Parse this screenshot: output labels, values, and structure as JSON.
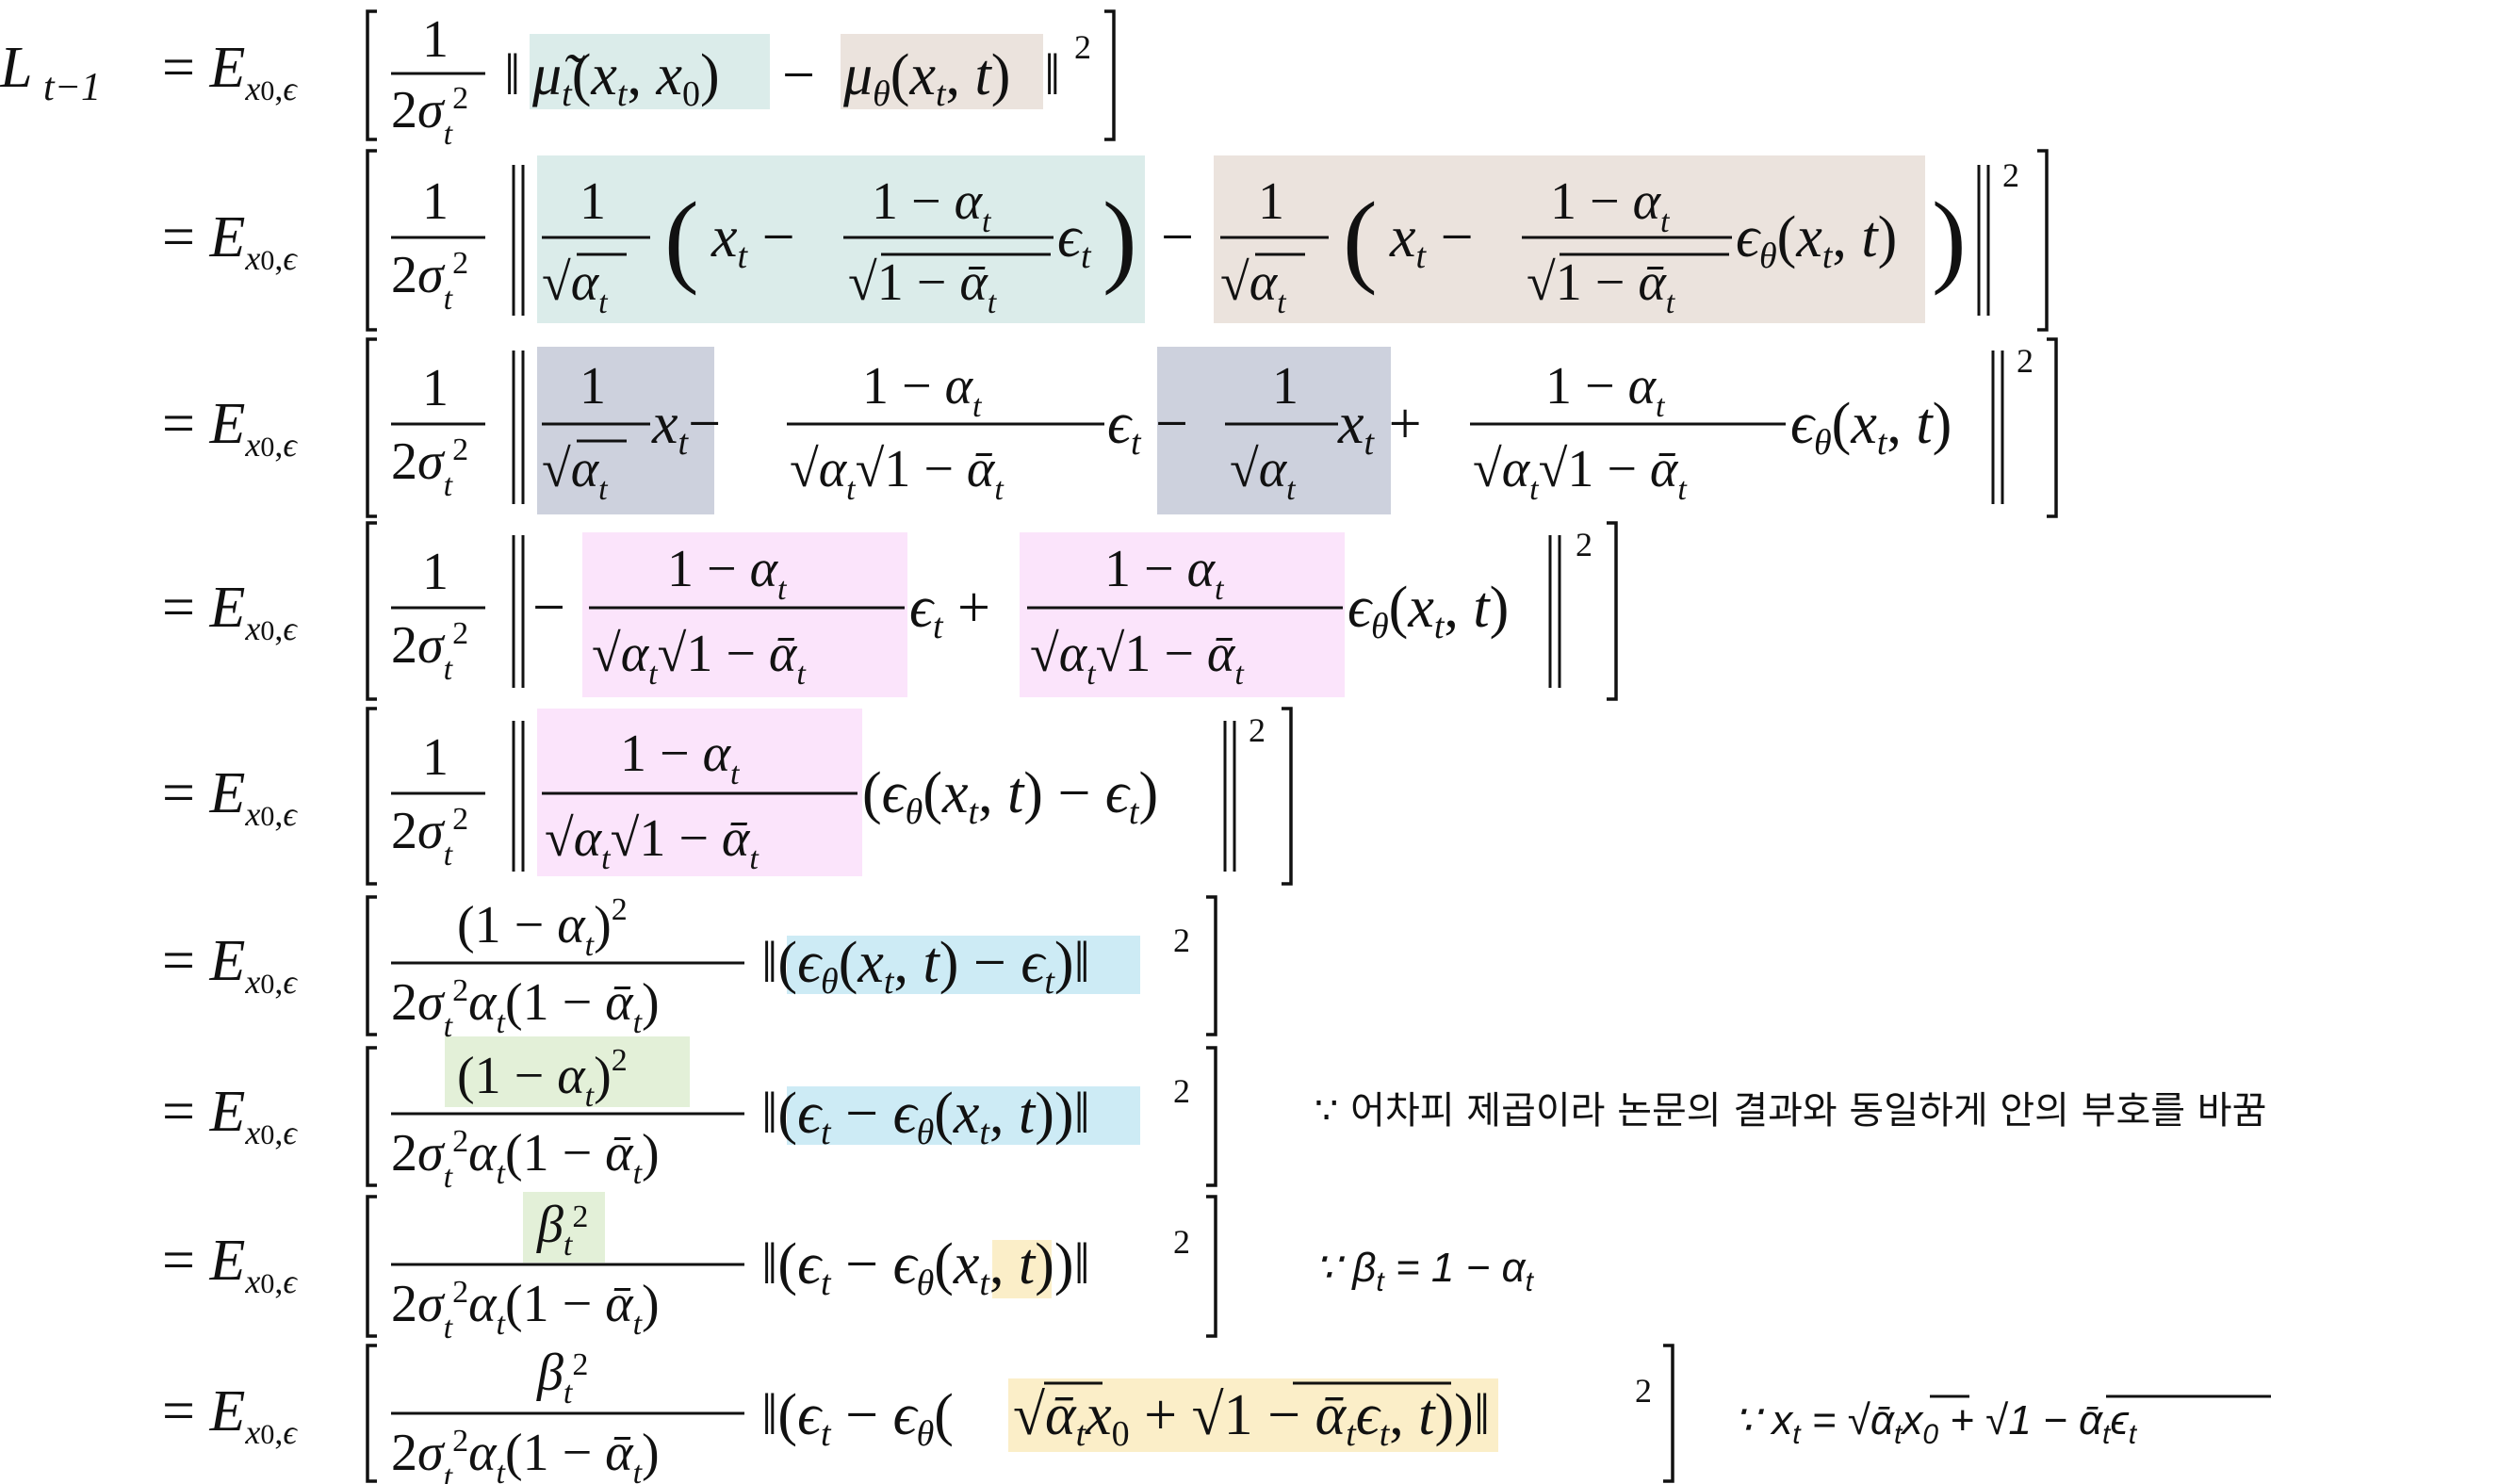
{
  "derivation": {
    "lhs": "L_{t-1}",
    "rhs_prefix": "= E_{x0,ϵ}",
    "lines": [
      {
        "expression": "[ 1/(2σ_t²) ‖ μ̃_t(x_t, x_0) − μ_θ(x_t, t) ‖² ]",
        "note": ""
      },
      {
        "expression": "[ 1/(2σ_t²) ‖ 1/√α_t ( x_t − (1 − α_t)/√(1 − ᾱ_t) ϵ_t ) − 1/√α_t ( x_t − (1 − α_t)/√(1 − ᾱ_t) ϵ_θ(x_t, t) ) ‖² ]",
        "note": ""
      },
      {
        "expression": "[ 1/(2σ_t²) ‖ 1/√α_t x_t − (1 − α_t)/(√α_t √(1 − ᾱ_t)) ϵ_t − 1/√α_t x_t + (1 − α_t)/(√α_t √(1 − ᾱ_t)) ϵ_θ(x_t, t) ‖² ]",
        "note": ""
      },
      {
        "expression": "[ 1/(2σ_t²) ‖ − (1 − α_t)/(√α_t √(1 − ᾱ_t)) ϵ_t + (1 − α_t)/(√α_t √(1 − ᾱ_t)) ϵ_θ(x_t, t) ‖² ]",
        "note": ""
      },
      {
        "expression": "[ 1/(2σ_t²) ‖ (1 − α_t)/(√α_t √(1 − ᾱ_t)) (ϵ_θ(x_t, t) − ϵ_t) ‖² ]",
        "note": ""
      },
      {
        "expression": "[ (1 − α_t)² / (2σ_t² α_t (1 − ᾱ_t)) ‖ (ϵ_θ(x_t, t) − ϵ_t) ‖² ]",
        "note": ""
      },
      {
        "expression": "[ (1 − α_t)² / (2σ_t² α_t (1 − ᾱ_t)) ‖ (ϵ_t − ϵ_θ(x_t, t)) ‖² ]",
        "note": "∵ 어차피 제곱이라 논문의 결과와 동일하게 안의 부호를 바꿈"
      },
      {
        "expression": "[ β_t² / (2σ_t² α_t (1 − ᾱ_t)) ‖ (ϵ_t − ϵ_θ(x_t, t)) ‖² ]",
        "note": "∵ β_t = 1 − α_t"
      },
      {
        "expression": "[ β_t² / (2σ_t² α_t (1 − ᾱ_t)) ‖ (ϵ_t − ϵ_θ(√ᾱ_t x_0 + √(1 − ᾱ_t) ϵ_t, t)) ‖² ]",
        "note": "∵ x_t = √ᾱ_t x_0 + √(1 − ᾱ_t) ϵ_t"
      }
    ]
  },
  "notes": {
    "n7_because": "∵",
    "n7_text": "어차피 제곱이라 논문의 결과와 동일하게 안의 부호를 바꿈",
    "n8_because": "∵",
    "n8_beta": "β",
    "n8_sub": "t",
    "n8_rest": " = 1 − α",
    "n8_sub2": "t",
    "n9_because": "∵",
    "n9_x": "x",
    "n9_sub": "t",
    "n9_eq": " = ",
    "n9_abar": "ᾱ",
    "n9_x0": "x",
    "n9_0": "0",
    "n9_plus": " + ",
    "n9_inner": "1 − ᾱ",
    "n9_eps": "ϵ"
  },
  "highlights": {
    "teal": "#dbecea",
    "tan": "#ebe3dd",
    "slate": "#cdd1dd",
    "pink": "#fbe4fb",
    "blue": "#cdebf5",
    "green": "#e3f0d8",
    "yellow": "#fbeec8"
  }
}
